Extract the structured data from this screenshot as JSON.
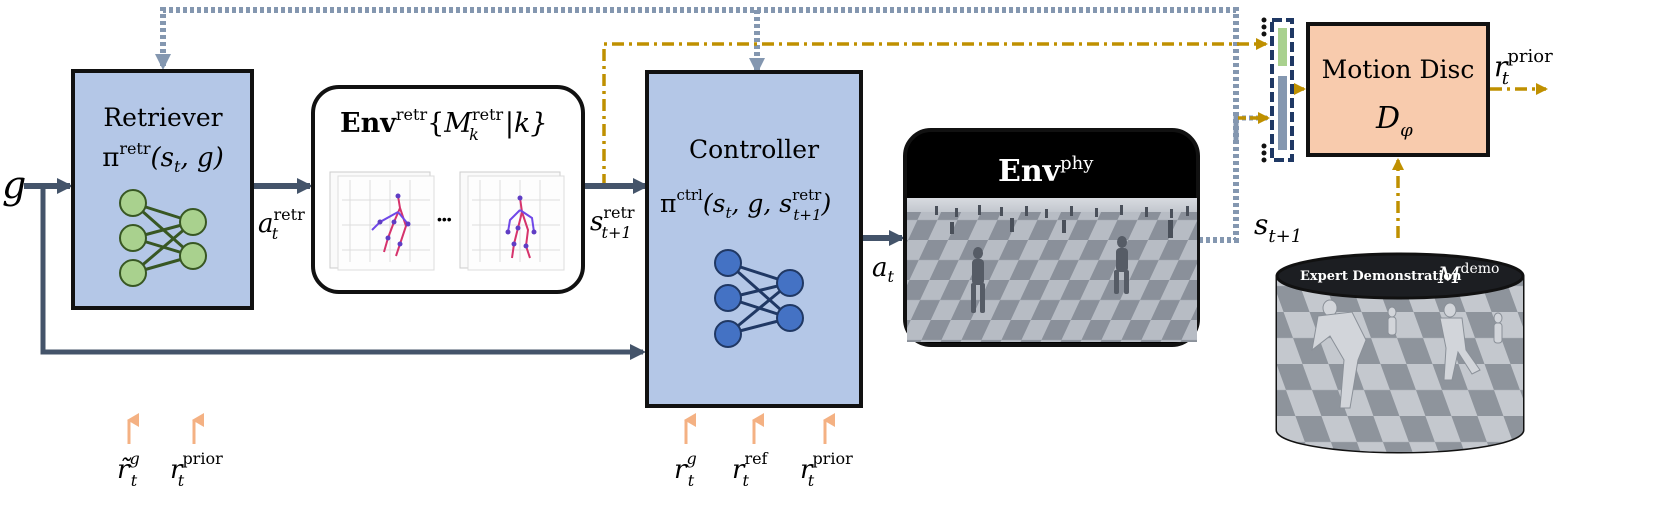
{
  "input": {
    "goal": "g"
  },
  "retriever": {
    "title": "Retriever",
    "policy": "π",
    "policy_sup": "retr",
    "policy_args": "(s",
    "policy_args_sub": "t",
    "policy_args_tail": ", g)"
  },
  "retriever_output": {
    "base": "a",
    "sub": "t",
    "sup": "retr"
  },
  "env_retr": {
    "title_bold": "Env",
    "title_sup": "retr",
    "set_open": "{",
    "set_M": "M",
    "set_M_sub": "k",
    "set_M_sup": "retr",
    "set_tail": "|k}",
    "ellipsis": "•••"
  },
  "env_retr_output": {
    "base": "s",
    "sub": "t+1",
    "sup": "retr"
  },
  "controller": {
    "title": "Controller",
    "policy": "π",
    "policy_sup": "ctrl",
    "policy_args": "(s",
    "policy_args_sub": "t",
    "policy_args_mid": ", g, s",
    "policy_args_sub2": "t+1",
    "policy_args_sup2": "retr",
    "policy_args_tail": ")"
  },
  "controller_output": {
    "base": "a",
    "sub": "t"
  },
  "env_phy": {
    "title_bold": "Env",
    "title_sup": "phy"
  },
  "env_phy_output": {
    "base": "s",
    "sub": "t+1"
  },
  "discriminator": {
    "title": "Motion Disc",
    "symbol": "D",
    "symbol_sub": "φ"
  },
  "disc_output": {
    "base": "r",
    "sub": "t",
    "sup": "prior"
  },
  "expert": {
    "label": "Expert Demonstration",
    "symbol": "M",
    "symbol_sup": "demo"
  },
  "rewards_retriever": [
    {
      "base": "r̃",
      "sub": "t",
      "sup": "g"
    },
    {
      "base": "r",
      "sub": "t",
      "sup": "prior"
    }
  ],
  "rewards_controller": [
    {
      "base": "r",
      "sub": "t",
      "sup": "g"
    },
    {
      "base": "r",
      "sub": "t",
      "sup": "ref"
    },
    {
      "base": "r",
      "sub": "t",
      "sup": "prior"
    }
  ],
  "colors": {
    "box_fill": "#b4c7e7",
    "disc_fill": "#f8cbad",
    "arrow_dark": "#44546a",
    "arrow_dashed_blue": "#8497b0",
    "arrow_gold": "#bf9000",
    "reward_arrow": "#f4b183",
    "net_green": "#a9d18e",
    "net_green_edge": "#385723",
    "net_blue": "#4472c4",
    "net_blue_edge": "#203864",
    "buffer_green": "#a9d18e",
    "buffer_blue": "#8497b0",
    "buffer_border": "#1f3864"
  }
}
